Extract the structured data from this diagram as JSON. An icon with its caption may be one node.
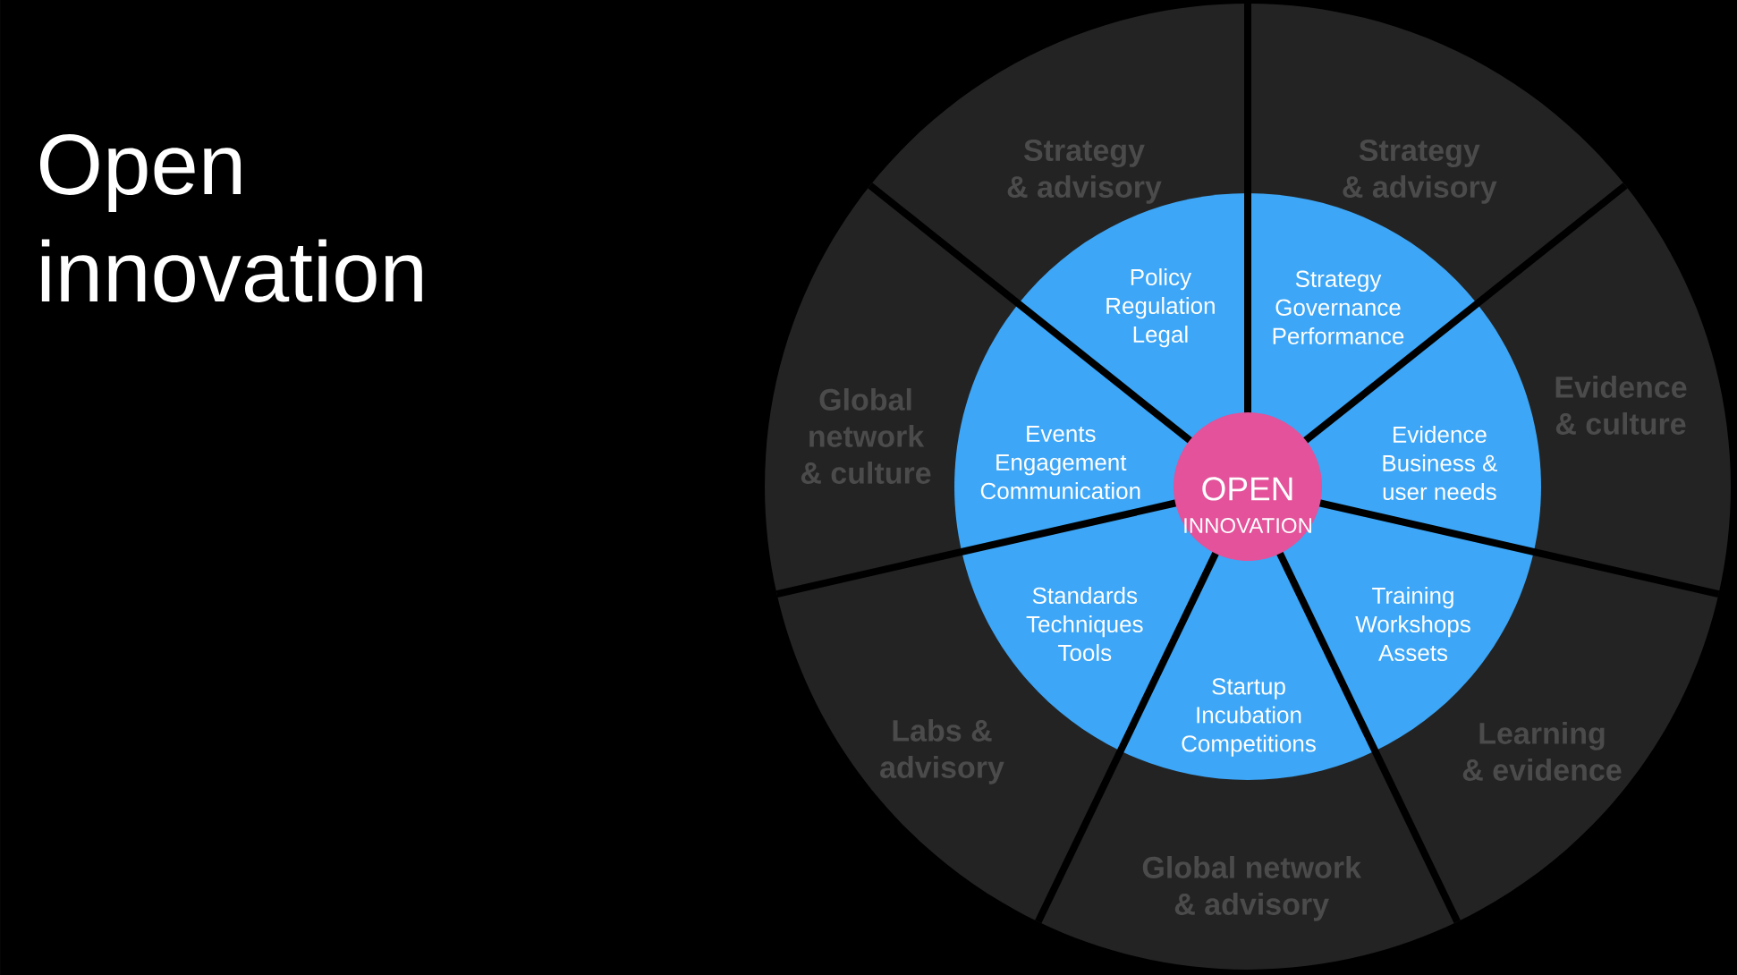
{
  "diagram": {
    "title": "Open innovation",
    "nodes": [
      {
        "text": [
          "OPEN",
          "INNOVATION"
        ]
      },
      {
        "text": [
          "Policy",
          "Regulation",
          "Legal"
        ]
      },
      {
        "text": [
          "Strategy",
          "Governance",
          "Performance"
        ]
      },
      {
        "text": [
          "Evidence",
          "Business & user needs"
        ]
      },
      {
        "text": [
          "Training",
          "Workshops",
          "Assets"
        ]
      },
      {
        "text": [
          "Startup",
          "Incubation",
          "Competitions"
        ]
      },
      {
        "text": [
          "Standards",
          "Techniques",
          "Tools"
        ]
      },
      {
        "text": [
          "Events",
          "Engagement",
          "Communication"
        ]
      },
      {
        "text": [
          "Strategy & advisory"
        ]
      },
      {
        "text": [
          "Strategy & advisory"
        ]
      },
      {
        "text": [
          "Evidence & culture"
        ]
      },
      {
        "text": [
          "Learning & evidence"
        ]
      },
      {
        "text": [
          "Global network & advisory"
        ]
      },
      {
        "text": [
          "Labs & advisory"
        ]
      },
      {
        "text": [
          "Global network & culture"
        ]
      }
    ]
  }
}
